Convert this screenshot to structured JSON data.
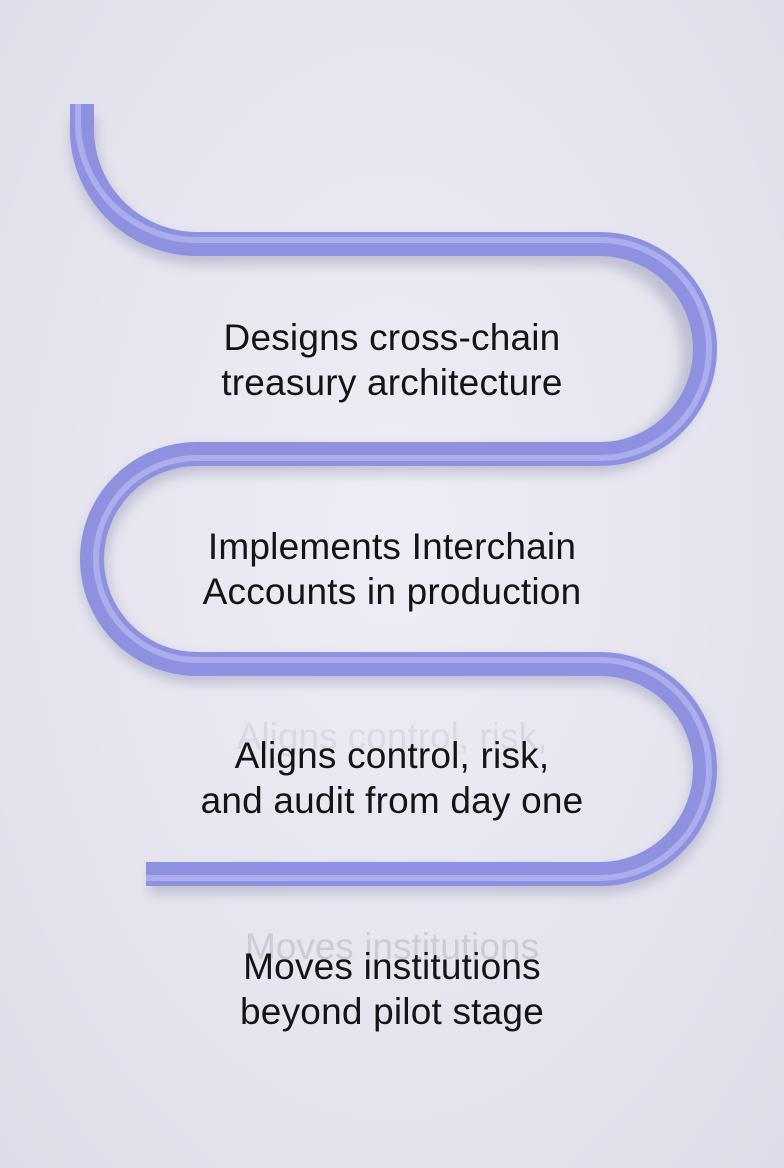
{
  "steps": [
    {
      "line1": "Designs cross-chain",
      "line2": "treasury architecture"
    },
    {
      "line1": "Implements Interchain",
      "line2": "Accounts in production"
    },
    {
      "line1": "Aligns control, risk,",
      "line2": "and audit from day one"
    },
    {
      "line1": "Moves institutions",
      "line2": "beyond pilot stage"
    }
  ],
  "colors": {
    "pipe": "#8e91e0",
    "pipe_highlight": "#b4b7f2",
    "pipe_shadow": "#6b6fc4",
    "text": "#141414"
  }
}
